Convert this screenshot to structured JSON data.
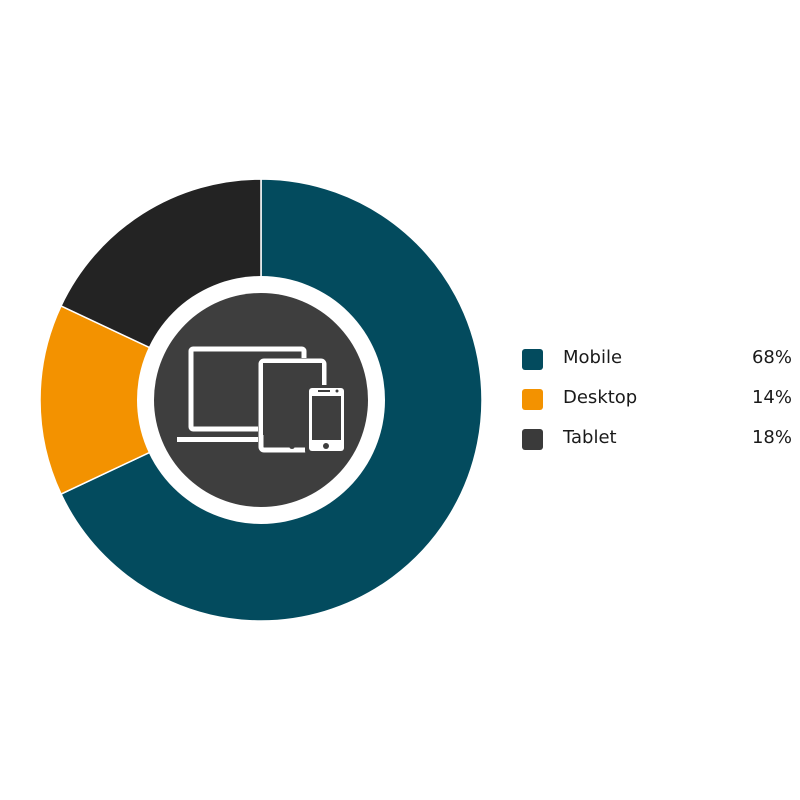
{
  "chart_data": {
    "type": "pie",
    "donut": true,
    "title": "",
    "categories": [
      "Mobile",
      "Desktop",
      "Tablet"
    ],
    "values": [
      68,
      14,
      18
    ],
    "value_labels": [
      "68%",
      "14%",
      "18%"
    ],
    "colors": [
      "#034b5e",
      "#f39200",
      "#232323"
    ],
    "center_icon": "devices-icon",
    "center_color": "#3e3e3e",
    "legend_position": "right"
  }
}
